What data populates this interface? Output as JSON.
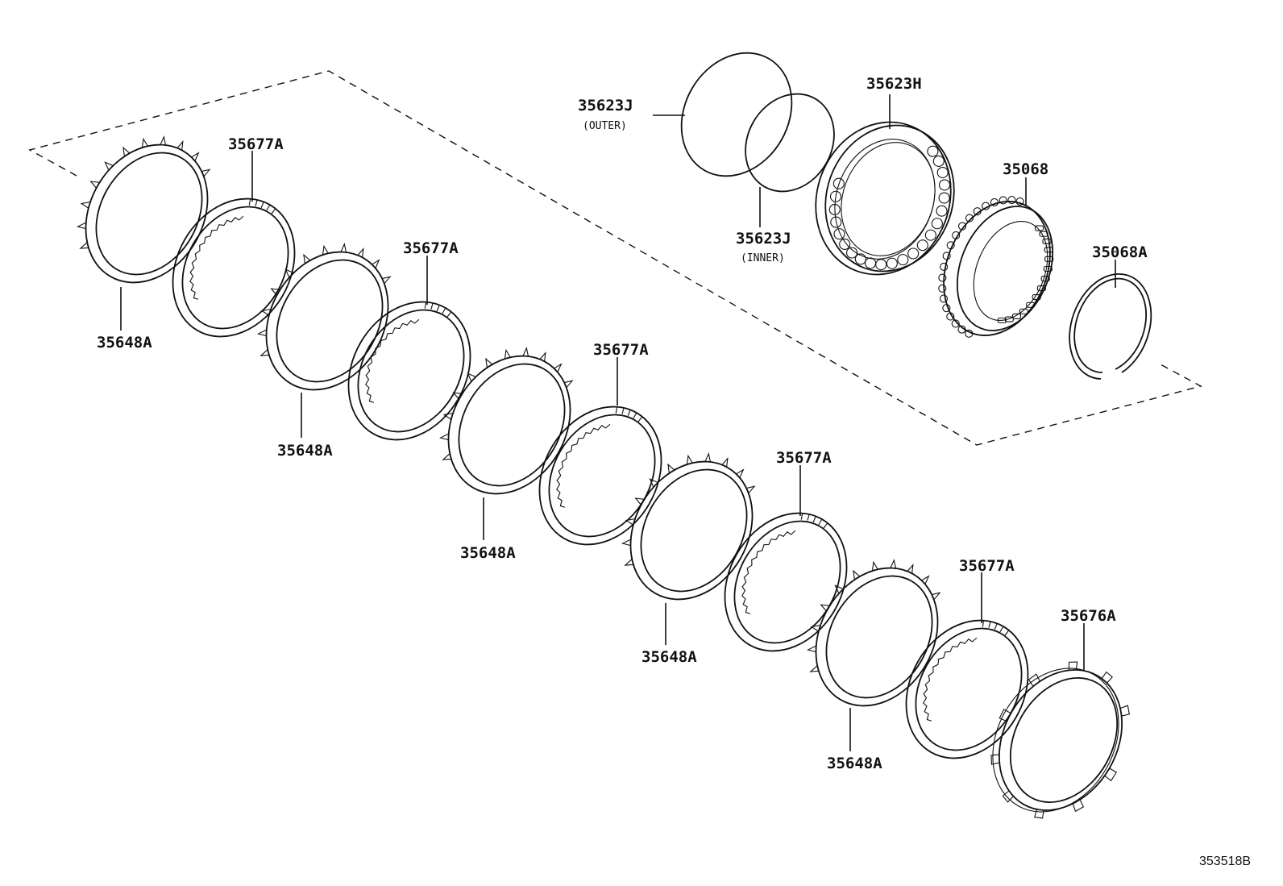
{
  "parts": {
    "p35623j_outer": {
      "label": "35623J",
      "note": "(OUTER)"
    },
    "p35623j_inner": {
      "label": "35623J",
      "note": "(INNER)"
    },
    "p35623h": {
      "label": "35623H"
    },
    "p35068": {
      "label": "35068"
    },
    "p35068a": {
      "label": "35068A"
    },
    "p35677a_1": {
      "label": "35677A"
    },
    "p35677a_2": {
      "label": "35677A"
    },
    "p35677a_3": {
      "label": "35677A"
    },
    "p35677a_4": {
      "label": "35677A"
    },
    "p35677a_5": {
      "label": "35677A"
    },
    "p35648a_1": {
      "label": "35648A"
    },
    "p35648a_2": {
      "label": "35648A"
    },
    "p35648a_3": {
      "label": "35648A"
    },
    "p35648a_4": {
      "label": "35648A"
    },
    "p35648a_5": {
      "label": "35648A"
    },
    "p35676a": {
      "label": "35676A"
    }
  },
  "drawing_ref": "353518B"
}
